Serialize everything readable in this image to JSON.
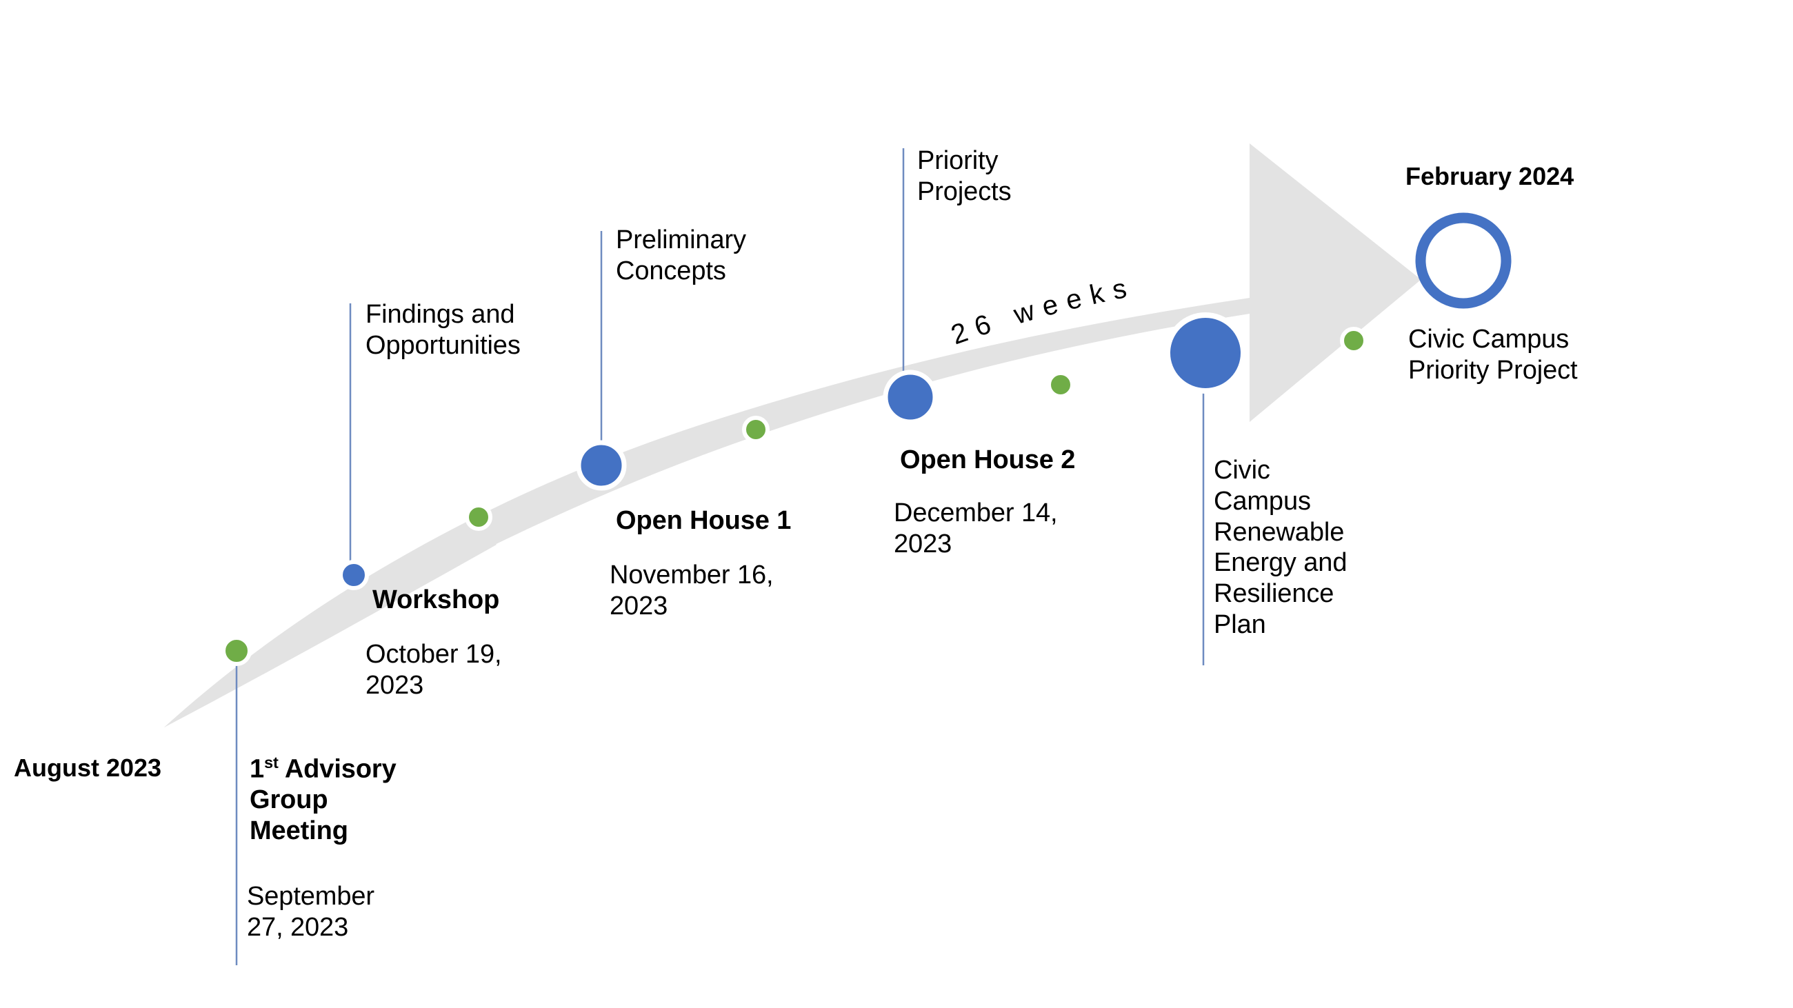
{
  "diagram": {
    "title_start": "August 2023",
    "title_end": "February 2024",
    "duration_label": "26 weeks",
    "colors": {
      "band": "#E3E3E3",
      "marker_blue": "#4472C4",
      "marker_green": "#70AD47",
      "leader_line": "#6E8BC0",
      "marker_ring": "#FFFFFF",
      "text": "#000000"
    }
  },
  "milestones": [
    {
      "id": "advisory-group-meeting",
      "title": "1st Advisory Group Meeting",
      "title_pre": "1",
      "title_sup": "st",
      "title_post": " Advisory Group Meeting",
      "date": "September 27, 2023",
      "marker_color": "green",
      "marker_size": "small"
    },
    {
      "id": "findings-and-opportunities",
      "title": "Findings and Opportunities",
      "date": "",
      "marker_color": "none",
      "marker_size": "none"
    },
    {
      "id": "workshop",
      "title": "Workshop",
      "date": "October 19, 2023",
      "marker_color": "blue",
      "marker_size": "small"
    },
    {
      "id": "preliminary-concepts",
      "title": "Preliminary Concepts",
      "date": "",
      "marker_color": "none",
      "marker_size": "none"
    },
    {
      "id": "open-house-1",
      "title": "Open House 1",
      "date": "November 16, 2023",
      "marker_color": "blue",
      "marker_size": "medium"
    },
    {
      "id": "priority-projects",
      "title": "Priority Projects",
      "date": "",
      "marker_color": "none",
      "marker_size": "none"
    },
    {
      "id": "open-house-2",
      "title": "Open House 2",
      "date": "December 14, 2023",
      "marker_color": "blue",
      "marker_size": "medium"
    },
    {
      "id": "civic-campus-plan",
      "title": "Civic Campus Renewable Energy and Resilience Plan",
      "date": "",
      "marker_color": "blue",
      "marker_size": "large"
    },
    {
      "id": "civic-campus-priority-project",
      "title": "Civic Campus Priority Project",
      "date": "",
      "marker_color": "ring",
      "marker_size": "large"
    }
  ],
  "labels": {
    "findings": "Findings and\nOpportunities",
    "preliminary": "Preliminary\nConcepts",
    "priority": "Priority\nProjects",
    "workshop_title": "Workshop",
    "workshop_date": "October 19,\n2023",
    "advisory_title_pre": "1",
    "advisory_title_sup": "st",
    "advisory_title_post": " Advisory\nGroup\nMeeting",
    "advisory_date": "September\n27, 2023",
    "oh1_title": "Open House 1",
    "oh1_date": "November 16,\n2023",
    "oh2_title": "Open House 2",
    "oh2_date": "December 14,\n2023",
    "civic_plan": "Civic\nCampus\nRenewable\nEnergy and\nResilience\nPlan",
    "civic_priority": "Civic Campus\nPriority Project",
    "august": "August 2023",
    "february": "February 2024",
    "weeks": "26 weeks"
  }
}
